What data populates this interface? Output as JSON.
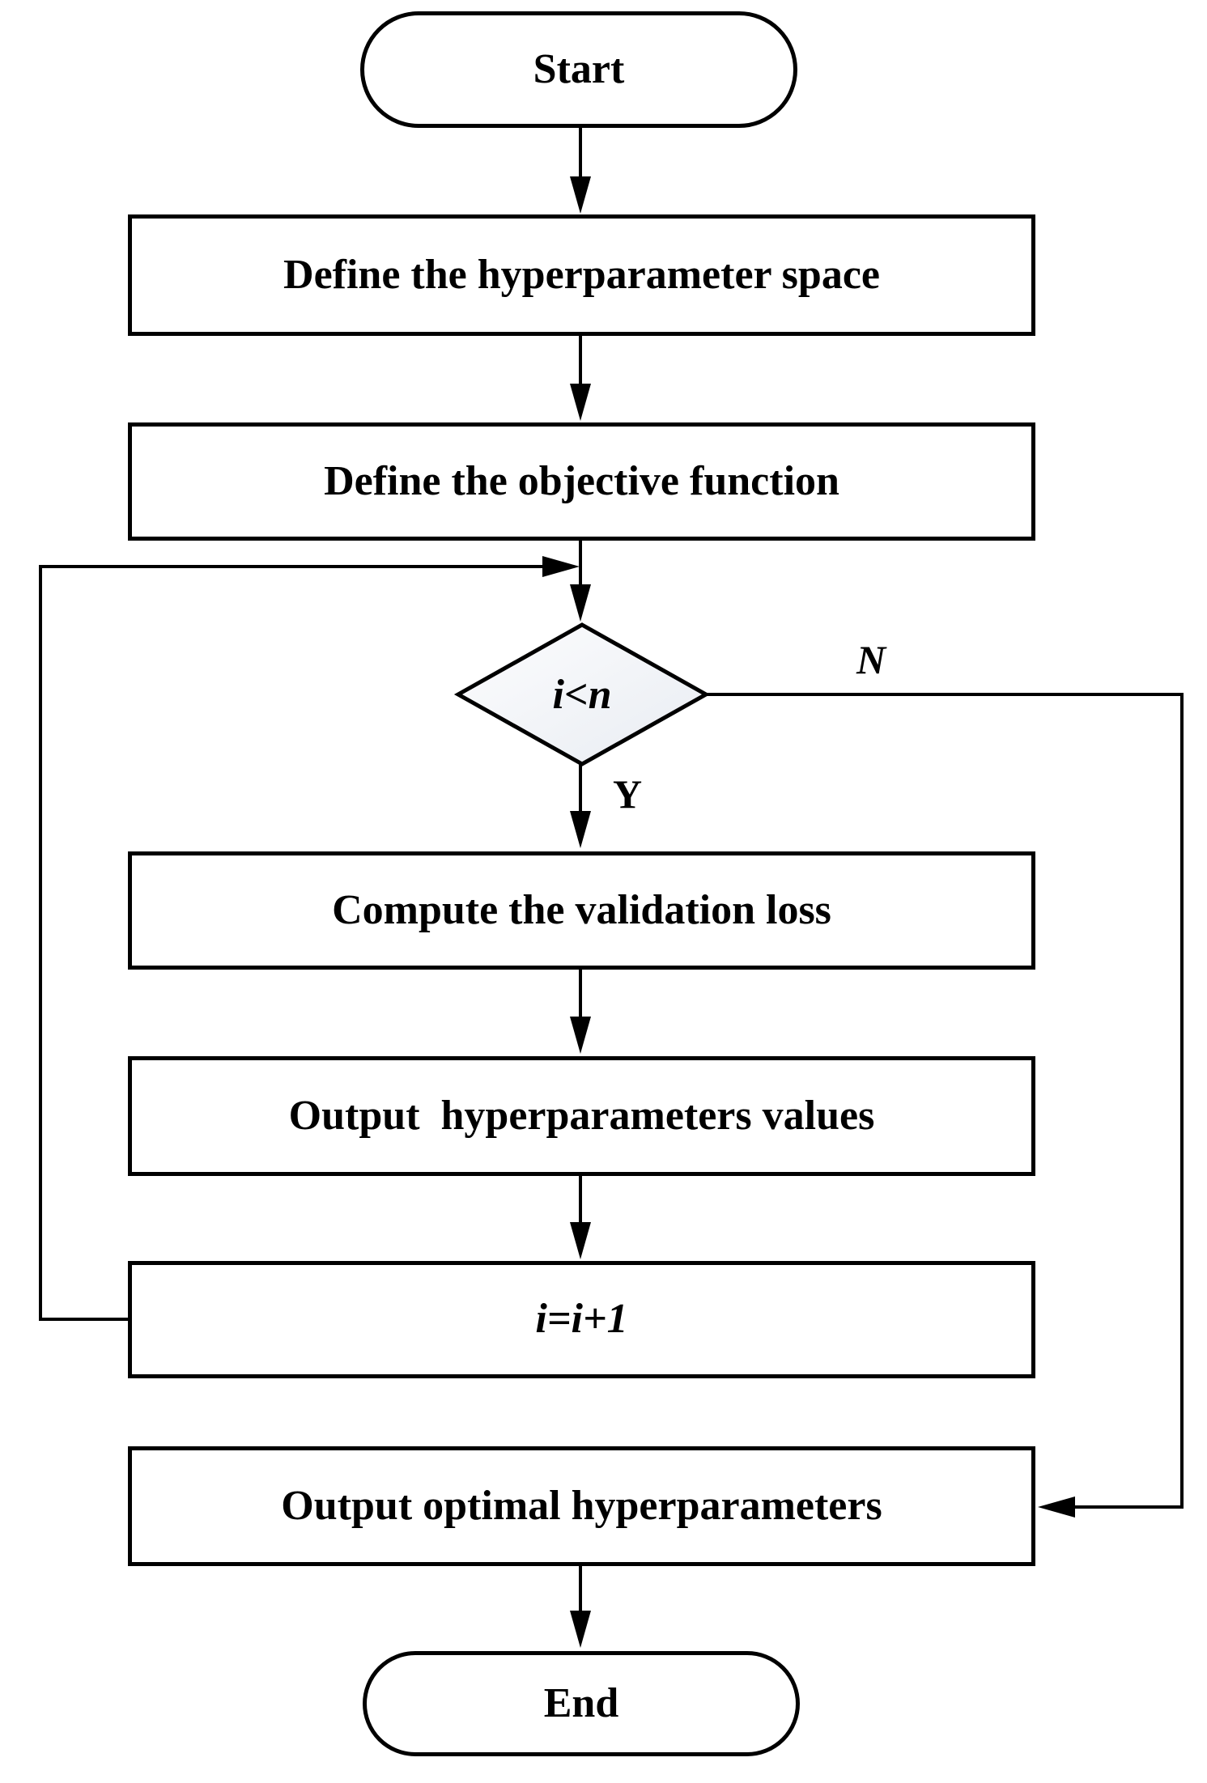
{
  "figure": {
    "type": "flowchart",
    "title": "Hyperparameter optimization loop flowchart",
    "colors": {
      "stroke": "#000000",
      "background": "#ffffff",
      "decision_fill_light": "#fdfdfe",
      "decision_fill_dark": "#e8ecf2"
    },
    "nodes": {
      "start": {
        "shape": "terminator",
        "label": "Start"
      },
      "define_space": {
        "shape": "process",
        "label": "Define the hyperparameter space"
      },
      "define_objective": {
        "shape": "process",
        "label": "Define the objective function"
      },
      "decision": {
        "shape": "decision",
        "label": "i<n"
      },
      "compute_loss": {
        "shape": "process",
        "label": "Compute the validation loss"
      },
      "output_values": {
        "shape": "process",
        "label": "Output  hyperparameters values"
      },
      "increment": {
        "shape": "process",
        "label": "i=i+1"
      },
      "output_optimal": {
        "shape": "process",
        "label": "Output optimal hyperparameters"
      },
      "end": {
        "shape": "terminator",
        "label": "End"
      }
    },
    "edge_labels": {
      "yes": "Y",
      "no": "N"
    }
  }
}
